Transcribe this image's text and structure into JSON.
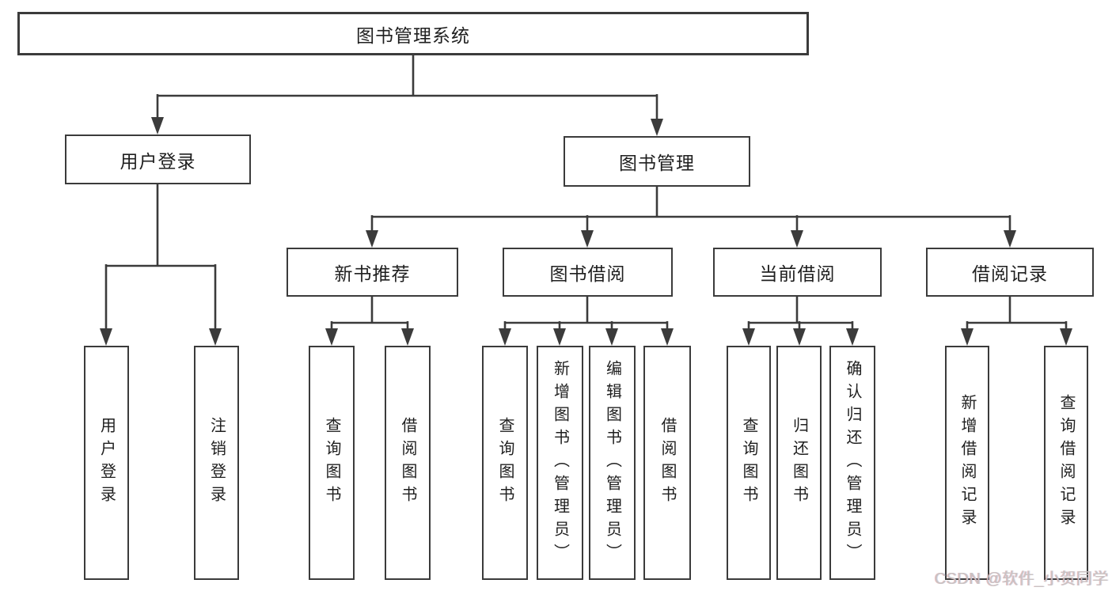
{
  "tree": {
    "root": {
      "label": "图书管理系统"
    },
    "children": [
      {
        "label": "用户登录",
        "children": [
          {
            "label": "用户登录"
          },
          {
            "label": "注销登录"
          }
        ]
      },
      {
        "label": "图书管理",
        "children": [
          {
            "label": "新书推荐",
            "children": [
              {
                "label": "查询图书"
              },
              {
                "label": "借阅图书"
              }
            ]
          },
          {
            "label": "图书借阅",
            "children": [
              {
                "label": "查询图书"
              },
              {
                "label": "新增图书（管理员）"
              },
              {
                "label": "编辑图书（管理员）"
              },
              {
                "label": "借阅图书"
              }
            ]
          },
          {
            "label": "当前借阅",
            "children": [
              {
                "label": "查询图书"
              },
              {
                "label": "归还图书"
              },
              {
                "label": "确认归还（管理员）"
              }
            ]
          },
          {
            "label": "借阅记录",
            "children": [
              {
                "label": "新增借阅记录"
              },
              {
                "label": "查询借阅记录"
              }
            ]
          }
        ]
      }
    ]
  },
  "watermark": {
    "text": "CSDN @软件_小贺同学"
  },
  "colors": {
    "line": "#3b3b3b",
    "text": "#1f1f1f",
    "background": "#ffffff",
    "watermark": "#c9c2c2"
  }
}
